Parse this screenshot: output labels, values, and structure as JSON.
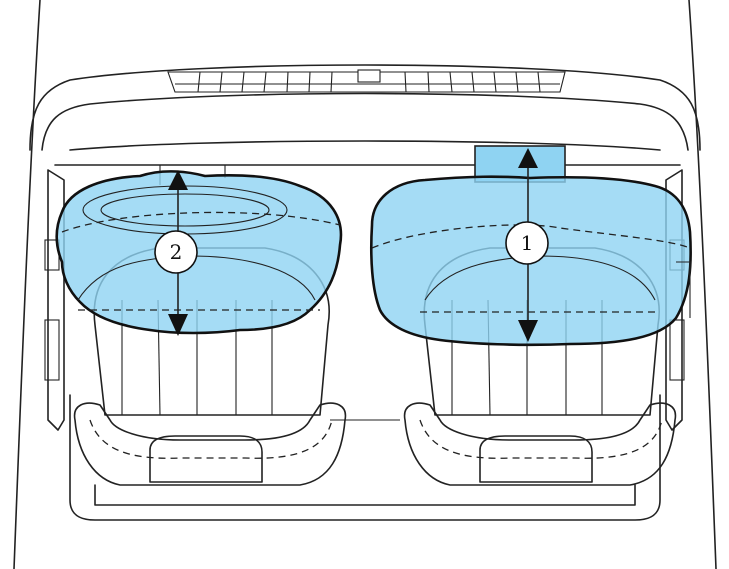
{
  "diagram": {
    "colors": {
      "airbag_fill": "#8fd3f2",
      "airbag_fill_alpha": "#8fd3f2cc",
      "stroke": "#222222",
      "background": "#ffffff"
    },
    "callouts": [
      {
        "label": "1",
        "meaning_icon": "passenger-airbag"
      },
      {
        "label": "2",
        "meaning_icon": "driver-airbag"
      }
    ]
  }
}
